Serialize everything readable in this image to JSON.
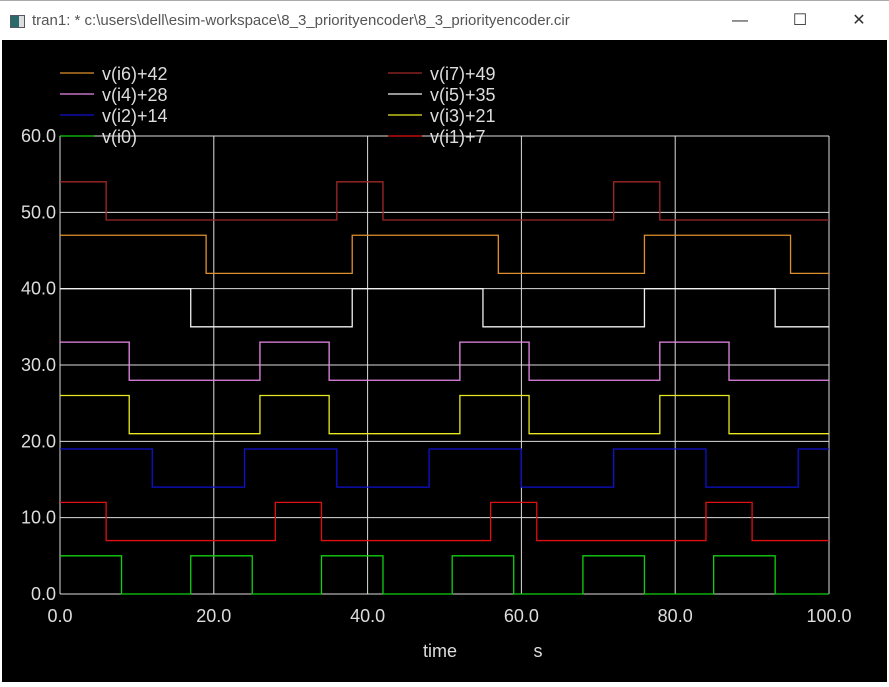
{
  "window": {
    "title": "tran1: * c:\\users\\dell\\esim-workspace\\8_3_priorityencoder\\8_3_priorityencoder.cir",
    "minimize": "—",
    "maximize": "☐",
    "close": "✕"
  },
  "chart_data": {
    "type": "line",
    "xlabel": "time",
    "xunit": "s",
    "xlim": [
      0,
      100
    ],
    "ylim": [
      0,
      60
    ],
    "grid": true,
    "legend_placement": "top",
    "xticks": [
      "0.0",
      "20.0",
      "40.0",
      "60.0",
      "80.0",
      "100.0"
    ],
    "xtick_values": [
      0,
      20,
      40,
      60,
      80,
      100
    ],
    "yticks": [
      "0.0",
      "10.0",
      "20.0",
      "30.0",
      "40.0",
      "50.0",
      "60.0"
    ],
    "ytick_values": [
      0,
      10,
      20,
      30,
      40,
      50,
      60
    ],
    "series": [
      {
        "name": "v(i6)+42",
        "color": "#e0902a",
        "steps": [
          [
            0,
            47
          ],
          [
            19,
            42
          ],
          [
            38,
            47
          ],
          [
            57,
            42
          ],
          [
            76,
            47
          ],
          [
            95,
            42
          ]
        ]
      },
      {
        "name": "v(i7)+49",
        "color": "#a02828",
        "steps": [
          [
            0,
            54
          ],
          [
            6,
            49
          ],
          [
            36,
            54
          ],
          [
            42,
            49
          ],
          [
            72,
            54
          ],
          [
            78,
            49
          ]
        ]
      },
      {
        "name": "v(i4)+28",
        "color": "#e888e8",
        "steps": [
          [
            0,
            33
          ],
          [
            9,
            28
          ],
          [
            26,
            33
          ],
          [
            35,
            28
          ],
          [
            52,
            33
          ],
          [
            61,
            28
          ],
          [
            78,
            33
          ],
          [
            87,
            28
          ]
        ]
      },
      {
        "name": "v(i5)+35",
        "color": "#f0f0f0",
        "steps": [
          [
            0,
            40
          ],
          [
            17,
            35
          ],
          [
            38,
            40
          ],
          [
            55,
            35
          ],
          [
            76,
            40
          ],
          [
            93,
            35
          ]
        ]
      },
      {
        "name": "v(i2)+14",
        "color": "#1010d0",
        "steps": [
          [
            0,
            19
          ],
          [
            12,
            14
          ],
          [
            24,
            19
          ],
          [
            36,
            14
          ],
          [
            48,
            19
          ],
          [
            60,
            14
          ],
          [
            72,
            19
          ],
          [
            84,
            14
          ],
          [
            96,
            19
          ]
        ]
      },
      {
        "name": "v(i3)+21",
        "color": "#e8e820",
        "steps": [
          [
            0,
            26
          ],
          [
            9,
            21
          ],
          [
            26,
            26
          ],
          [
            35,
            21
          ],
          [
            52,
            26
          ],
          [
            61,
            21
          ],
          [
            78,
            26
          ],
          [
            87,
            21
          ]
        ]
      },
      {
        "name": "v(i0)",
        "color": "#10d010",
        "steps": [
          [
            0,
            5
          ],
          [
            8,
            0
          ],
          [
            17,
            5
          ],
          [
            25,
            0
          ],
          [
            34,
            5
          ],
          [
            42,
            0
          ],
          [
            51,
            5
          ],
          [
            59,
            0
          ],
          [
            68,
            5
          ],
          [
            76,
            0
          ],
          [
            85,
            5
          ],
          [
            93,
            0
          ]
        ]
      },
      {
        "name": "v(i1)+7",
        "color": "#e01010",
        "steps": [
          [
            0,
            12
          ],
          [
            6,
            7
          ],
          [
            28,
            12
          ],
          [
            34,
            7
          ],
          [
            56,
            12
          ],
          [
            62,
            7
          ],
          [
            84,
            12
          ],
          [
            90,
            7
          ]
        ]
      }
    ]
  }
}
